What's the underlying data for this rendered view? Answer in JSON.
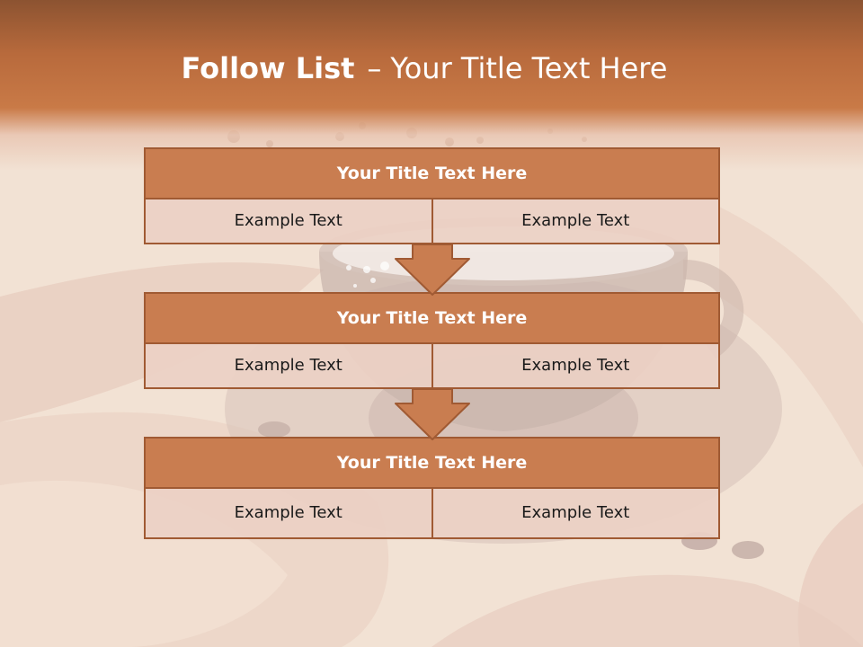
{
  "title": {
    "bold": "Follow List",
    "dash": "–",
    "rest": "Your Title Text Here"
  },
  "steps": [
    {
      "title": "Your Title Text Here",
      "left": "Example Text",
      "right": "Example Text"
    },
    {
      "title": "Your Title Text Here",
      "left": "Example Text",
      "right": "Example Text"
    },
    {
      "title": "Your Title Text Here",
      "left": "Example Text",
      "right": "Example Text"
    }
  ],
  "colors": {
    "header": "#b86a3c",
    "box_fill": "#c97d50",
    "box_border": "#a05a33",
    "cell_fill": "#ecd0c4",
    "background": "#f2e2d4"
  }
}
